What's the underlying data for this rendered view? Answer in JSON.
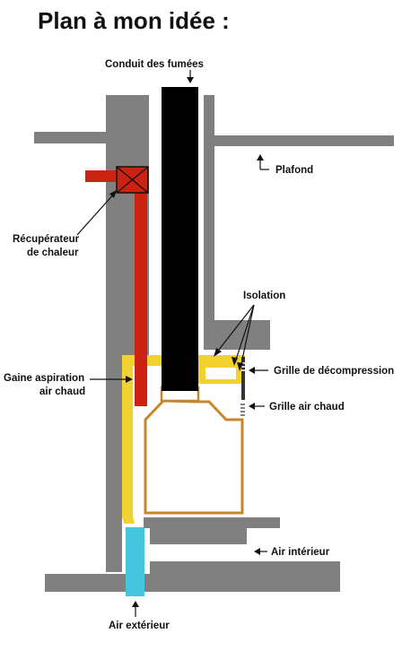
{
  "title": "Plan à mon idée :",
  "labels": {
    "conduit": "Conduit des fumées",
    "plafond": "Plafond",
    "recuperateur_1": "Récupérateur",
    "recuperateur_2": "de chaleur",
    "isolation": "Isolation",
    "gaine_1": "Gaine aspiration",
    "gaine_2": "air chaud",
    "grille_decomp": "Grille de décompression",
    "grille_air": "Grille air chaud",
    "air_interieur": "Air intérieur",
    "air_exterieur": "Air extérieur"
  },
  "colors": {
    "wall": "#808080",
    "flue": "#000000",
    "recuperator_duct": "#cc2211",
    "insulation": "#f2d230",
    "stove_outline": "#c8862a",
    "outdoor_air_duct": "#45c4dd",
    "grille": "#333333"
  }
}
